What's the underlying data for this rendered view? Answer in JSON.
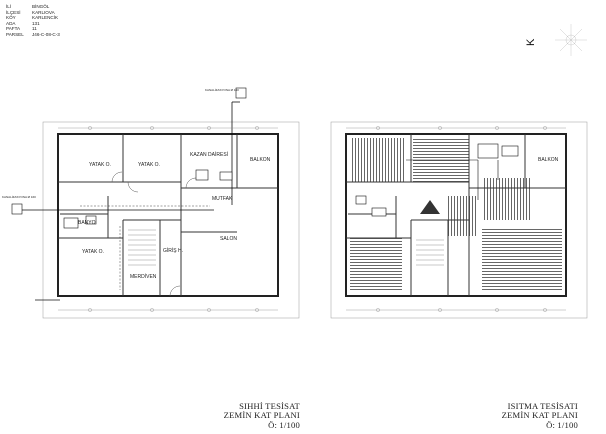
{
  "info": [
    {
      "key": "İLİ",
      "value": "BİNGÖL"
    },
    {
      "key": "İLÇESİ",
      "value": "KARLIOVA"
    },
    {
      "key": "KÖY",
      "value": "KARLENCİK"
    },
    {
      "key": "ADA",
      "value": "131"
    },
    {
      "key": "PAFTA",
      "value": "11"
    },
    {
      "key": "PARSEL",
      "value": "J46-C-08-C-3"
    }
  ],
  "north_label": "K",
  "left_plan": {
    "rooms": {
      "yatak1": "YATAK O.",
      "yatak2": "YATAK O.",
      "yatak3": "YATAK O.",
      "kazan": "KAZAN DAİRESİ",
      "balkon": "BALKON",
      "mutfak": "MUTFAK",
      "banyo": "BANYO",
      "salon": "SALON",
      "giris": "GİRİŞ H.",
      "merdiven": "MERDİVEN"
    },
    "sewer_top": "KANALİZASYONA Ø 160",
    "sewer_left": "KANALİZASYONA Ø 160"
  },
  "right_plan": {
    "balkon": "BALKON"
  },
  "titles": {
    "left": [
      "SIHHİ TESİSAT",
      "ZEMİN KAT PLANI",
      "Ö: 1/100"
    ],
    "right": [
      "ISITMA TESİSATI",
      "ZEMİN KAT PLANI",
      "Ö: 1/100"
    ]
  }
}
